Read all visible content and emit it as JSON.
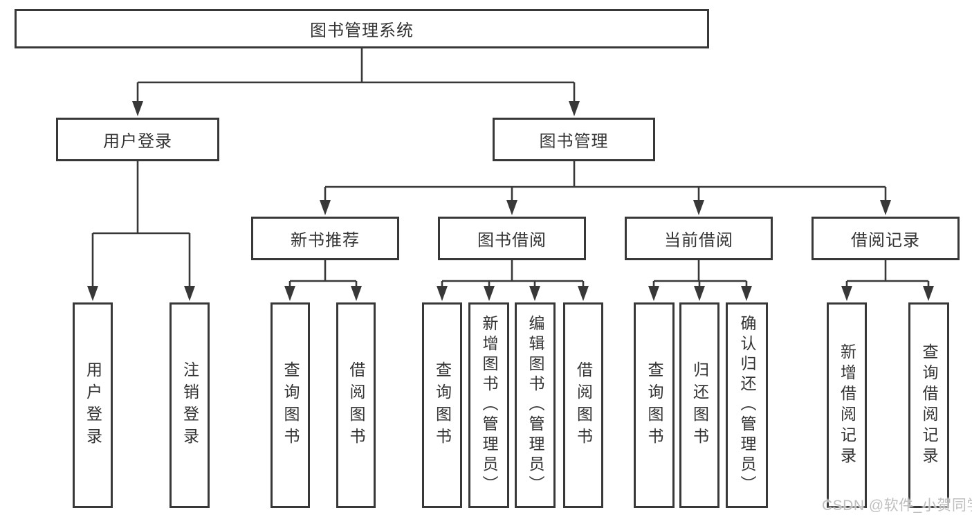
{
  "tree": {
    "root": {
      "label": "图书管理系统"
    },
    "branches": [
      {
        "label": "用户登录",
        "children": [
          {
            "label": "用户登录"
          },
          {
            "label": "注销登录"
          }
        ]
      },
      {
        "label": "图书管理",
        "children": [
          {
            "label": "新书推荐",
            "children": [
              {
                "label": "查询图书"
              },
              {
                "label": "借阅图书"
              }
            ]
          },
          {
            "label": "图书借阅",
            "children": [
              {
                "label": "查询图书"
              },
              {
                "label": "新增图书（管理员）"
              },
              {
                "label": "编辑图书（管理员）"
              },
              {
                "label": "借阅图书"
              }
            ]
          },
          {
            "label": "当前借阅",
            "children": [
              {
                "label": "查询图书"
              },
              {
                "label": "归还图书"
              },
              {
                "label": "确认归还（管理员）"
              }
            ]
          },
          {
            "label": "借阅记录",
            "children": [
              {
                "label": "新增借阅记录"
              },
              {
                "label": "查询借阅记录"
              }
            ]
          }
        ]
      }
    ]
  },
  "watermark": "CSDN @软件_小贺同学",
  "colors": {
    "line": "#383838",
    "box_border": "#383838",
    "text": "#333333",
    "watermark": "#bfbfbf",
    "background": "#ffffff"
  }
}
